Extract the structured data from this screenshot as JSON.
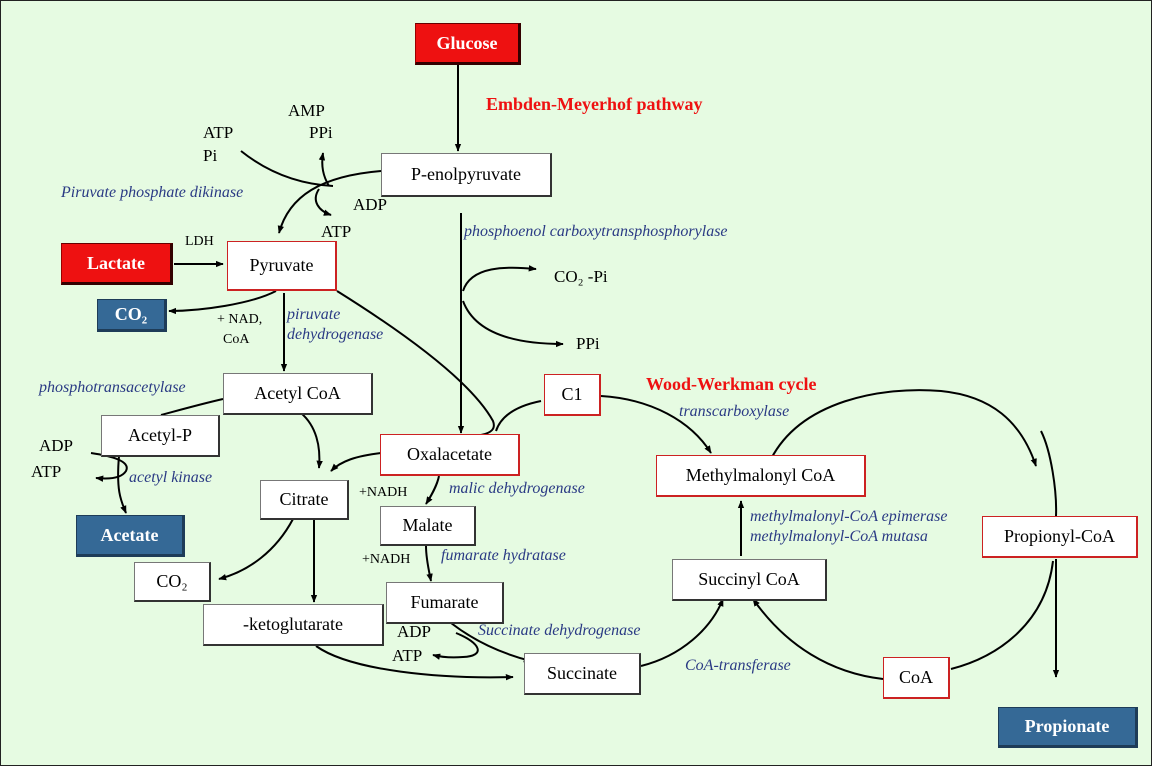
{
  "titles": {
    "embden": "Embden-Meyerhof pathway",
    "wood": "Wood-Werkman cycle"
  },
  "boxes": {
    "glucose": "Glucose",
    "penolpyruvate": "P-enolpyruvate",
    "lactate": "Lactate",
    "pyruvate": "Pyruvate",
    "co2_top": "CO₂",
    "acetylcoa": "Acetyl CoA",
    "acetylp": "Acetyl-P",
    "acetate": "Acetate",
    "oxalacetate": "Oxalacetate",
    "citrate": "Citrate",
    "malate": "Malate",
    "co2_bottom": "CO₂",
    "ketoglutarate": "-ketoglutarate",
    "fumarate": "Fumarate",
    "succinate": "Succinate",
    "c1": "C1",
    "methylmalonyl": "Methylmalonyl CoA",
    "succinylcoa": "Succinyl CoA",
    "propionylcoa": "Propionyl-CoA",
    "coa": "CoA",
    "propionate": "Propionate"
  },
  "labels": {
    "amp": "AMP",
    "ppi": "PPi",
    "atp": "ATP",
    "pi": "Pi",
    "adp": "ADP",
    "atp2": "ATP",
    "ldh": "LDH",
    "nad": "+ NAD,",
    "coa_cofactor": "CoA",
    "co2_pi": "CO₂ -Pi",
    "ppi2": "PPi",
    "adp2": "ADP",
    "atp3": "ATP",
    "nadh1": "+NADH",
    "nadh2": "+NADH",
    "adp3": "ADP",
    "atp4": "ATP"
  },
  "enzymes": {
    "ppdk": "Piruvate phosphate dikinase",
    "pepctp": "phosphoenol carboxytransphosphorylase",
    "pdh1": "piruvate",
    "pdh2": "dehydrogenase",
    "pta": "phosphotransacetylase",
    "ack": "acetyl kinase",
    "mdh": "malic dehydrogenase",
    "fh": "fumarate hydratase",
    "sdh": "Succinate dehydrogenase",
    "tc": "transcarboxylase",
    "mce": "methylmalonyl-CoA epimerase",
    "mcm": "methylmalonyl-CoA mutasa",
    "cot": "CoA-transferase"
  },
  "colors": {
    "background": "#e6fbe2",
    "red_fill": "#ee1111",
    "blue_fill": "#356996",
    "enzyme_text": "#2a3a84",
    "red_border": "#cc2222"
  }
}
